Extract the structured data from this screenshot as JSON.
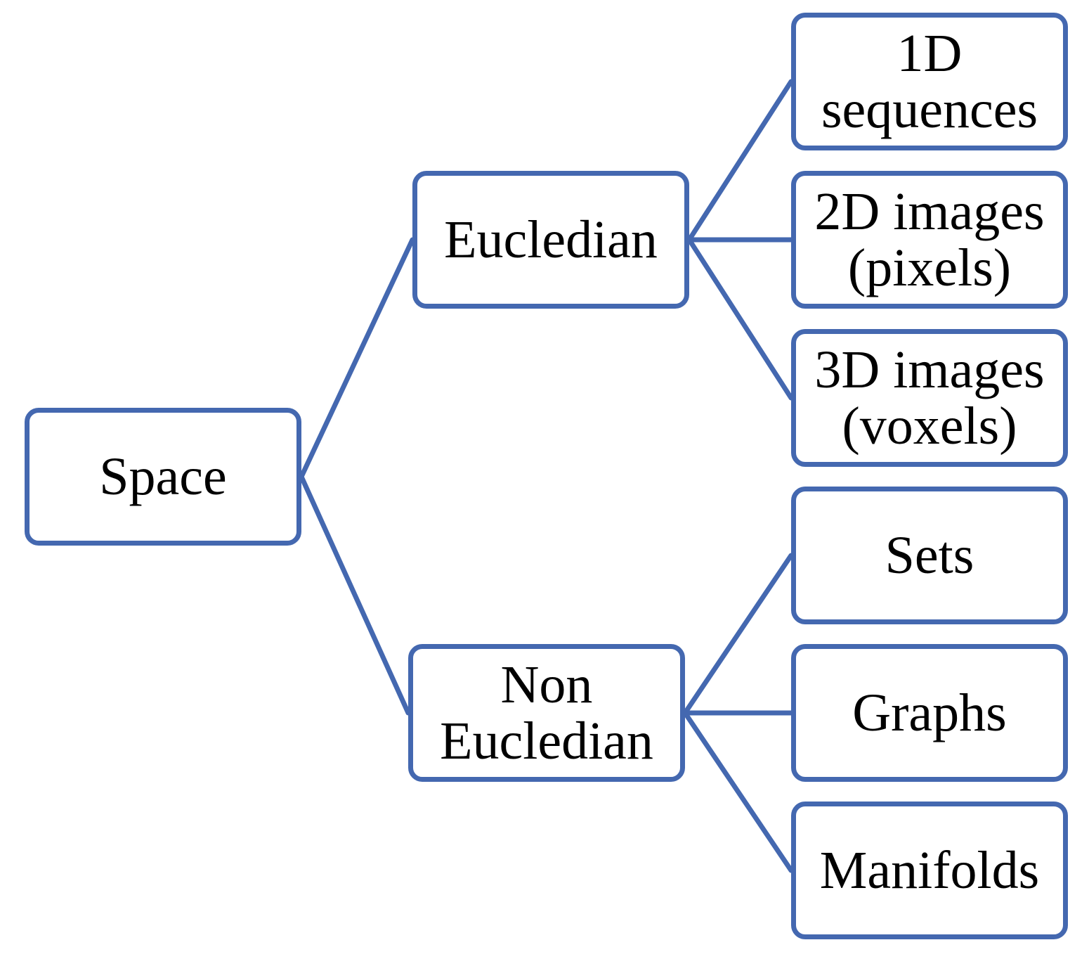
{
  "colors": {
    "edge": "#4468b0",
    "border": "#4468b0",
    "text": "#000000",
    "background": "#ffffff"
  },
  "nodes": {
    "space": {
      "lines": [
        "Space"
      ]
    },
    "euclidean": {
      "lines": [
        "Eucledian"
      ]
    },
    "non_euclidean": {
      "lines": [
        "Non",
        "Eucledian"
      ]
    },
    "seq_1d": {
      "lines": [
        "1D",
        "sequences"
      ]
    },
    "images_2d": {
      "lines": [
        "2D images",
        "(pixels)"
      ]
    },
    "images_3d": {
      "lines": [
        "3D images",
        "(voxels)"
      ]
    },
    "sets": {
      "lines": [
        "Sets"
      ]
    },
    "graphs": {
      "lines": [
        "Graphs"
      ]
    },
    "manifolds": {
      "lines": [
        "Manifolds"
      ]
    }
  },
  "edges": [
    {
      "from": "space",
      "to": "euclidean"
    },
    {
      "from": "space",
      "to": "non_euclidean"
    },
    {
      "from": "euclidean",
      "to": "seq_1d"
    },
    {
      "from": "euclidean",
      "to": "images_2d"
    },
    {
      "from": "euclidean",
      "to": "images_3d"
    },
    {
      "from": "non_euclidean",
      "to": "sets"
    },
    {
      "from": "non_euclidean",
      "to": "graphs"
    },
    {
      "from": "non_euclidean",
      "to": "manifolds"
    }
  ]
}
